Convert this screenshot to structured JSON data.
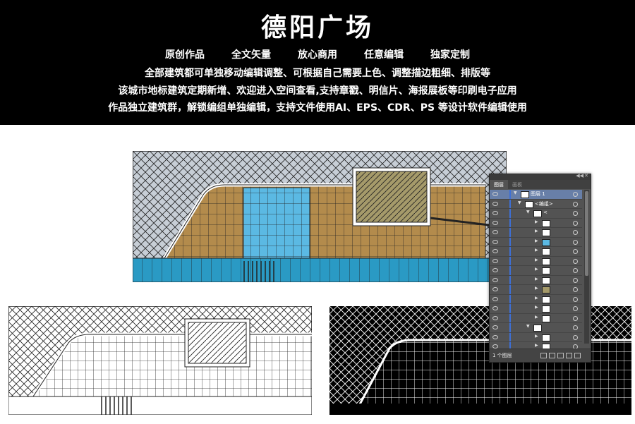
{
  "header": {
    "title": "德阳广场",
    "features": [
      "原创作品",
      "全文矢量",
      "放心商用",
      "任意编辑",
      "独家定制"
    ],
    "line1": "全部建筑都可单独移动编辑调整、可根据自己需要上色、调整描边粗细、排版等",
    "line2": "该城市地标建筑定期新增、欢迎进入空间查看,支持章戳、明信片、海报展板等印刷电子应用",
    "line3": "作品独立建筑群，解锁编组单独编辑，支持文件使用AI、EPS、CDR、PS 等设计软件编辑使用"
  },
  "colors": {
    "sky": "#c7ced6",
    "ochre": "#b38b4c",
    "cyan": "#5bb9e3",
    "blue": "#2a9ac4",
    "khaki": "#a59a6a",
    "panel_bg": "#535353",
    "selection": "#3d6fd6"
  },
  "layers_panel": {
    "tabs": [
      "图层",
      "画板"
    ],
    "top_layer": "图层 1",
    "group_label": "<编组>",
    "sub_label": "<",
    "footer_count": "1 个图层"
  }
}
